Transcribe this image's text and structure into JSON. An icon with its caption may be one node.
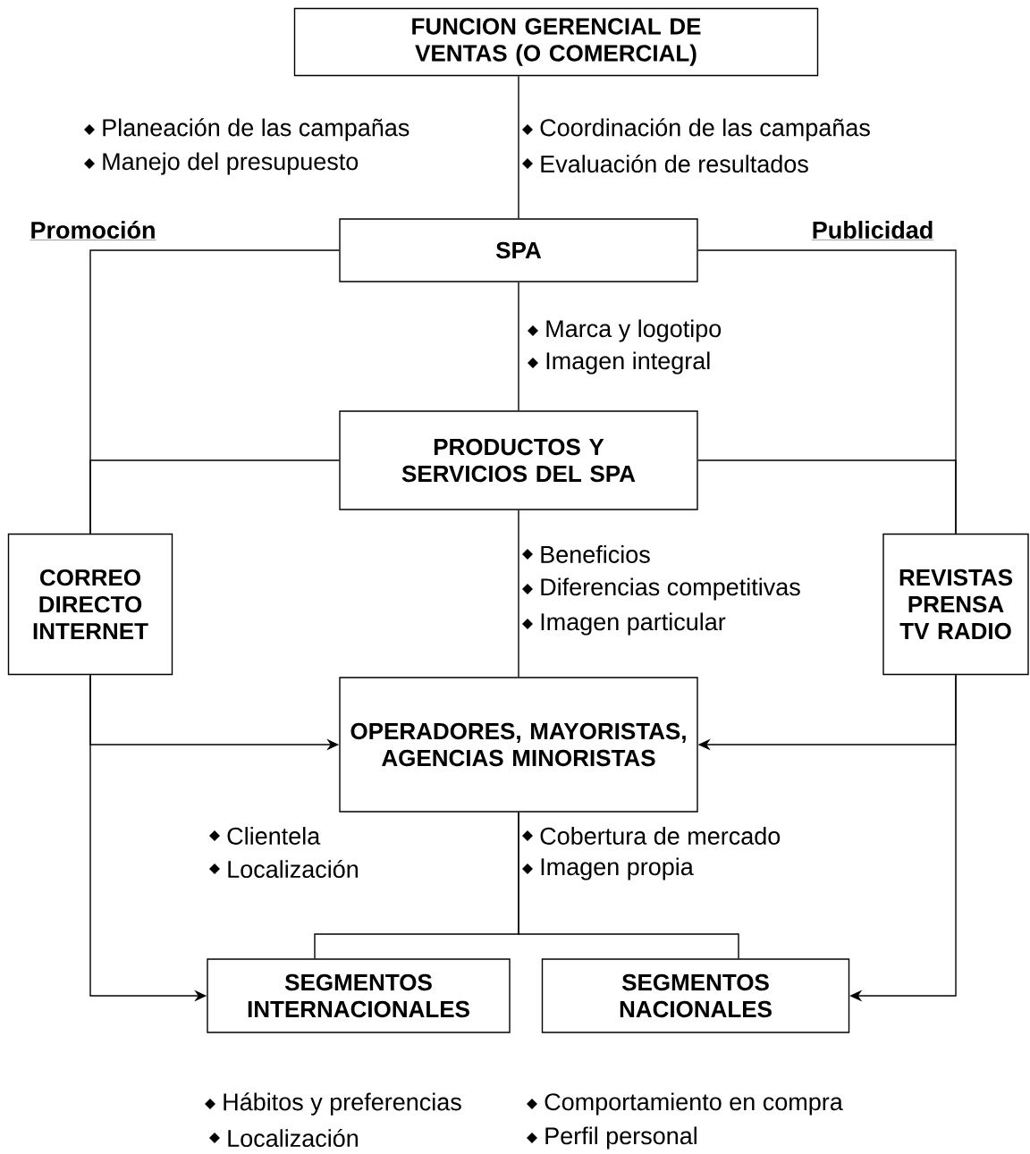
{
  "diagram": {
    "nodes": [
      {
        "text": [
          "FUNCION GERENCIAL DE VENTAS (O COMERCIAL)"
        ]
      },
      {
        "text": [
          "SPA"
        ]
      },
      {
        "text": [
          "PRODUCTOS Y SERVICIOS DEL SPA"
        ]
      },
      {
        "text": [
          "CORREO DIRECTO INTERNET"
        ]
      },
      {
        "text": [
          "REVISTAS PRENSA TV RADIO"
        ]
      },
      {
        "text": [
          "OPERADORES, MAYORISTAS, AGENCIAS MINORISTAS"
        ]
      },
      {
        "text": [
          "SEGMENTOS INTERNACIONALES"
        ]
      },
      {
        "text": [
          "SEGMENTOS NACIONALES"
        ]
      }
    ],
    "edges": [
      {
        "from": 0,
        "to": 1,
        "arrow": "none"
      },
      {
        "from": 1,
        "to": 2,
        "arrow": "none"
      },
      {
        "from": 2,
        "to": 5,
        "arrow": "none"
      },
      {
        "from": 5,
        "to": 6,
        "arrow": "none"
      },
      {
        "from": 5,
        "to": 7,
        "arrow": "none"
      },
      {
        "from": 1,
        "to": 3,
        "arrow": "none"
      },
      {
        "from": 2,
        "to": 3,
        "arrow": "none"
      },
      {
        "from": 1,
        "to": 4,
        "arrow": "none"
      },
      {
        "from": 2,
        "to": 4,
        "arrow": "none"
      },
      {
        "from": 3,
        "to": 5,
        "arrow": "to"
      },
      {
        "from": 3,
        "to": 6,
        "arrow": "to"
      },
      {
        "from": 4,
        "to": 5,
        "arrow": "to"
      },
      {
        "from": 4,
        "to": 7,
        "arrow": "to"
      }
    ],
    "labels": [
      "Planeación de las campañas",
      "Coordinación de las campañas",
      "Manejo del presupuesto",
      "Evaluación de resultados",
      "Promoción",
      "Publicidad",
      "Marca y logotipo",
      "Imagen integral",
      "Beneficios",
      "Diferencias competitivas",
      "Imagen particular",
      "Clientela",
      "Cobertura de mercado",
      "Localización",
      "Imagen propia",
      "Hábitos y preferencias",
      "Comportamiento en compra",
      "Localización",
      "Perfil personal"
    ]
  }
}
